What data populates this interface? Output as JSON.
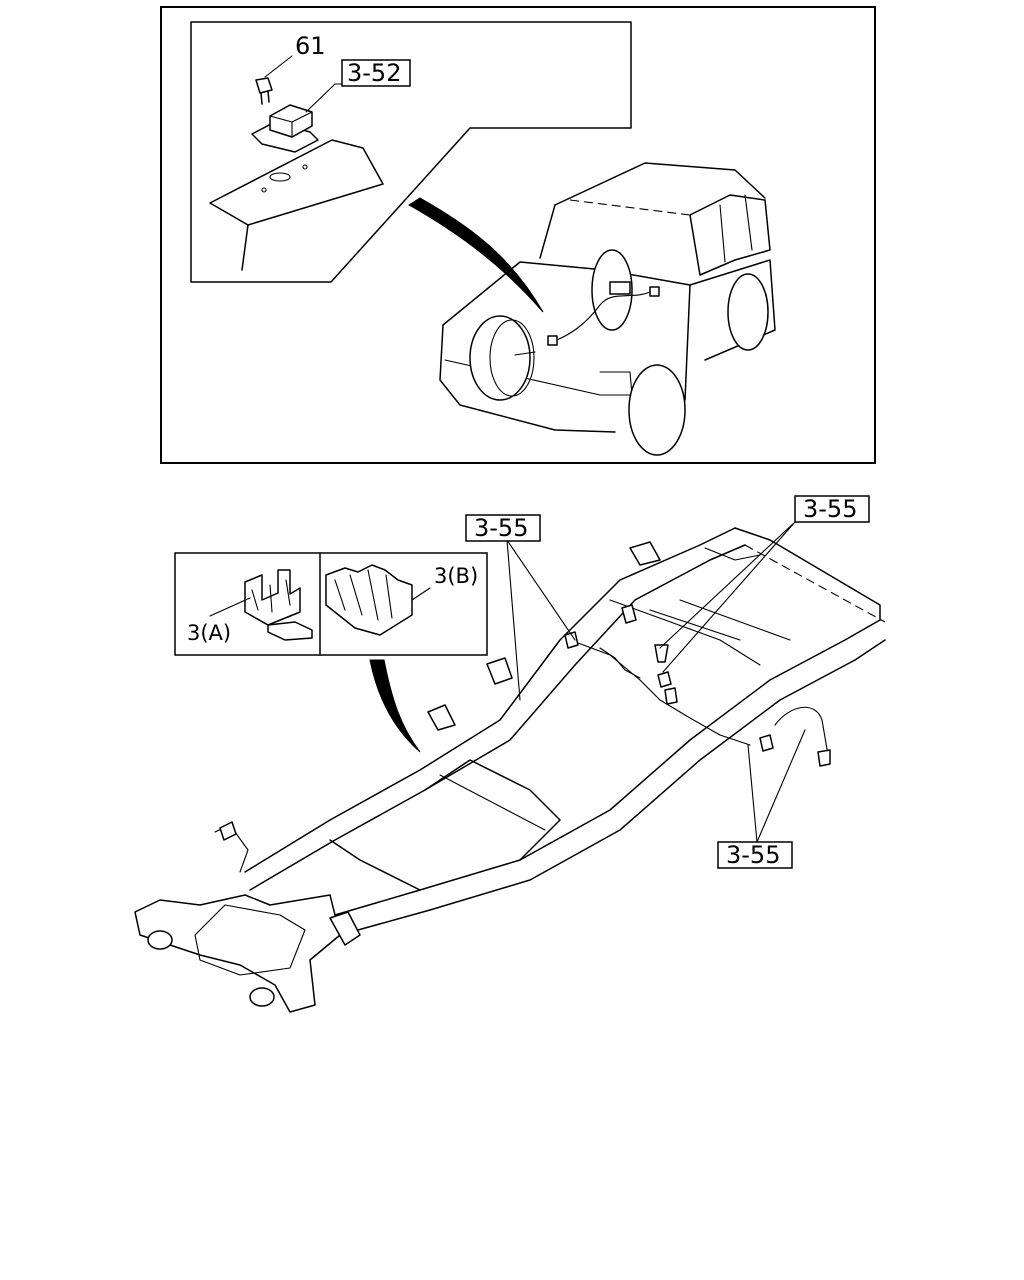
{
  "top_panel": {
    "labels": {
      "bolt": "61",
      "sensor": "3-52"
    }
  },
  "bottom_panel": {
    "labels": {
      "ref_top_left": "3-55",
      "ref_top_right": "3-55",
      "ref_bottom_right": "3-55",
      "clip_a": "3(A)",
      "clip_b": "3(B)"
    }
  }
}
